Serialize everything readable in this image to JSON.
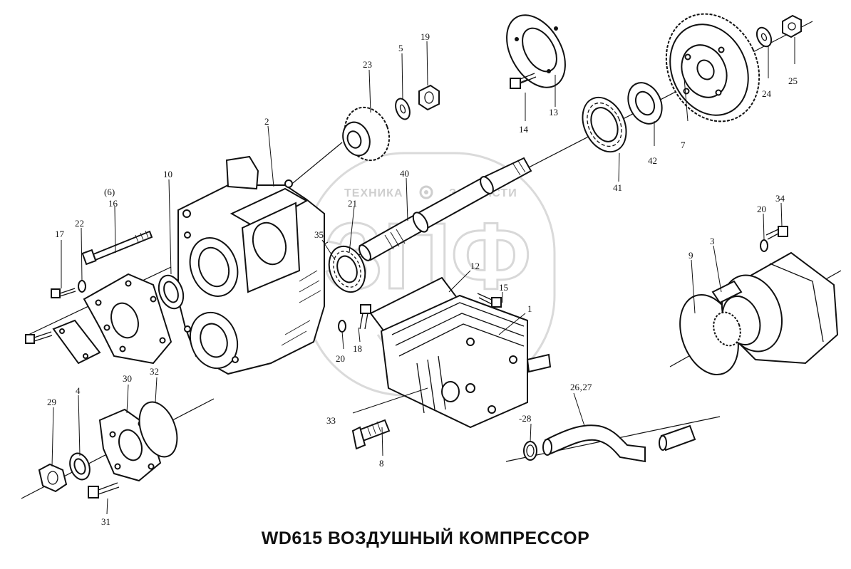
{
  "caption": "WD615 ВОЗДУШНЫЙ КОМПРЕССОР",
  "watermark": {
    "text_left": "ТЕХНИКА",
    "text_right": "ЗАПЧАСТИ",
    "monogram": "ЗПФ",
    "color": "#cccccc"
  },
  "callouts": {
    "c1": "1",
    "c2": "2",
    "c3": "3",
    "c4": "4",
    "c5": "5",
    "c6": "(6)",
    "c7": "7",
    "c8": "8",
    "c9": "9",
    "c10": "10",
    "c12": "12",
    "c13": "13",
    "c14": "14",
    "c15": "15",
    "c16": "16",
    "c17": "17",
    "c18": "18",
    "c19": "19",
    "c20a": "20",
    "c20b": "20",
    "c21": "21",
    "c22": "22",
    "c23": "23",
    "c24": "24",
    "c25": "25",
    "c26": "26‚27",
    "c28": "-28",
    "c29": "29",
    "c30": "30",
    "c31": "31",
    "c32": "32",
    "c33": "33",
    "c34": "34",
    "c35": "35",
    "c40": "40",
    "c41": "41",
    "c42": "42"
  }
}
